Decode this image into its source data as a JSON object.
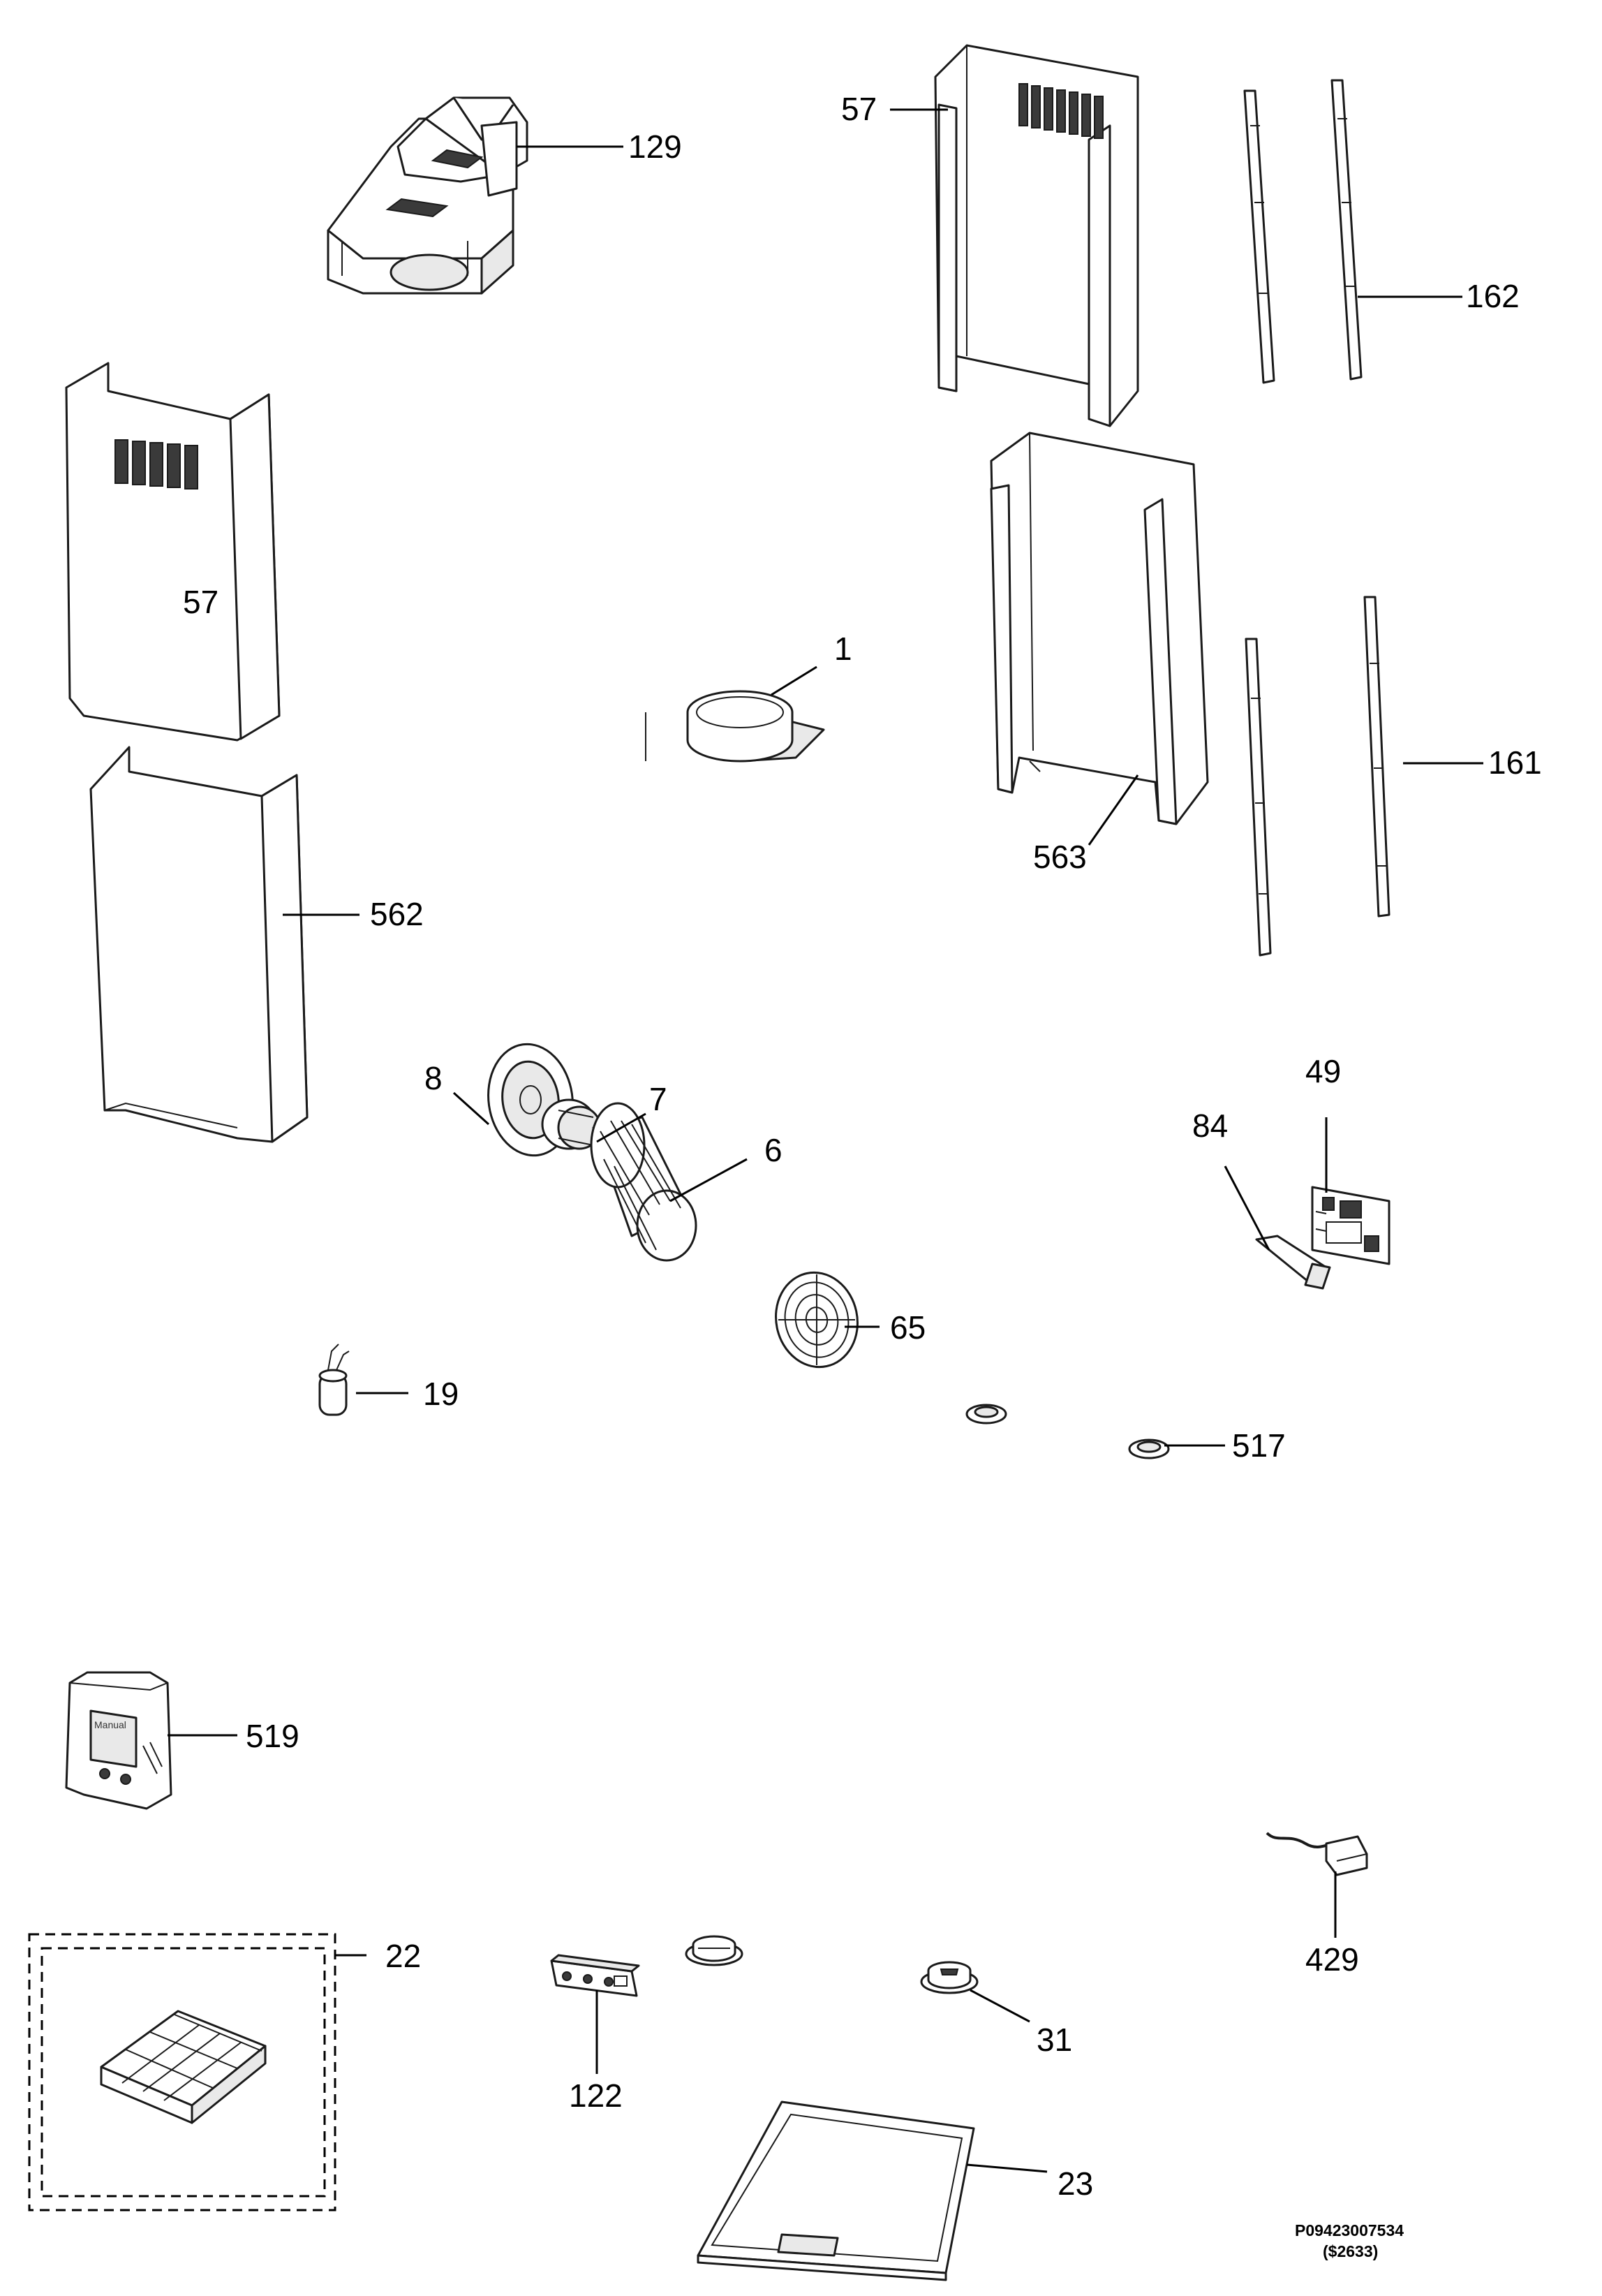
{
  "diagram": {
    "labels": {
      "p129": "129",
      "p57_top": "57",
      "p162": "162",
      "p57_left": "57",
      "p1": "1",
      "p563": "563",
      "p161": "161",
      "p562": "562",
      "p8": "8",
      "p7": "7",
      "p6": "6",
      "p49": "49",
      "p84": "84",
      "p65": "65",
      "p19": "19",
      "p517": "517",
      "p519": "519",
      "p429": "429",
      "p22": "22",
      "p122": "122",
      "p31": "31",
      "p23": "23"
    },
    "bag_print": "Manual",
    "doc_code": "P09423007534",
    "doc_price": "($2633)"
  }
}
